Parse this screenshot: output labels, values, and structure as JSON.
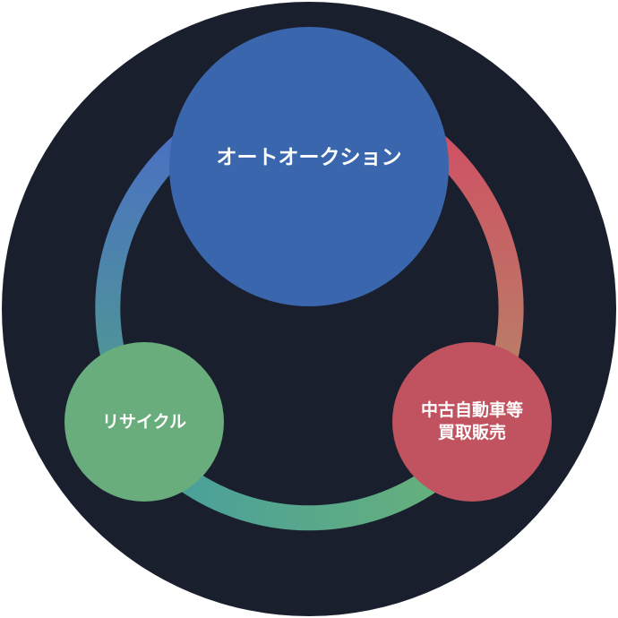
{
  "colors": {
    "background_circle": "#1a1f2e",
    "auction": "#3a66ad",
    "recycle": "#69ad7c",
    "used_car": "#c0535f",
    "ring_left_top": "#4a6fc4",
    "ring_left_bottom": "#4f9c8f",
    "ring_right_top": "#d04f63",
    "ring_right_bottom": "#b88067",
    "ring_bottom_left": "#4aa09a",
    "ring_bottom_right": "#66b07c"
  },
  "nodes": {
    "auction": {
      "label": "オートオークション"
    },
    "recycle": {
      "label": "リサイクル"
    },
    "used_car": {
      "line1": "中古自動車等",
      "line2": "買取販売"
    }
  }
}
